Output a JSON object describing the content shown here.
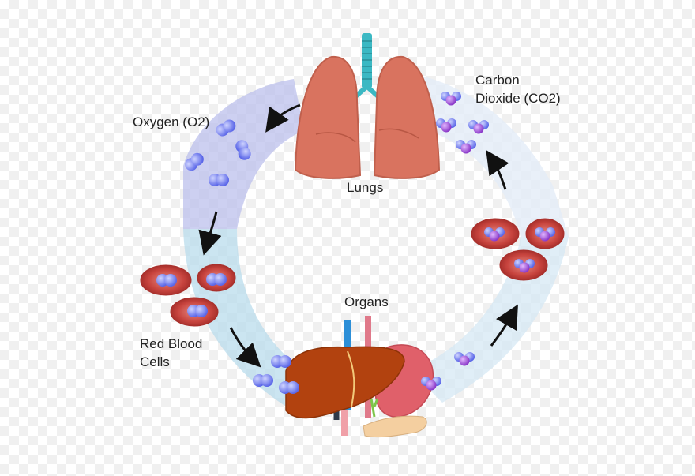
{
  "labels": {
    "lungs": "Lungs",
    "oxygen": "Oxygen (O2)",
    "carbon_dioxide_line1": "Carbon",
    "carbon_dioxide_line2": "Dioxide (CO2)",
    "red_blood_cells_line1": "Red Blood",
    "red_blood_cells_line2": "Cells",
    "organs": "Organs"
  },
  "colors": {
    "lung": "#d9735f",
    "trachea": "#3bb8c3",
    "liver": "#b2420f",
    "stomach": "#e0606a",
    "pancreas": "#f4cfa0",
    "rbc": "#c8443e",
    "oxygen_molecule": "#6f7cf2",
    "co2_carbon": "#9c4ad8",
    "flow_oxygenated": "#bcc0ec",
    "flow_blood": "#b9dcec",
    "flow_deoxygenated": "#e3ecf8"
  },
  "icons": {
    "lungs": "lungs-icon",
    "organs": "organs-icon",
    "molecule": "molecule-icon",
    "red_blood_cell": "red-blood-cell-icon",
    "arrow": "arrow-icon"
  }
}
